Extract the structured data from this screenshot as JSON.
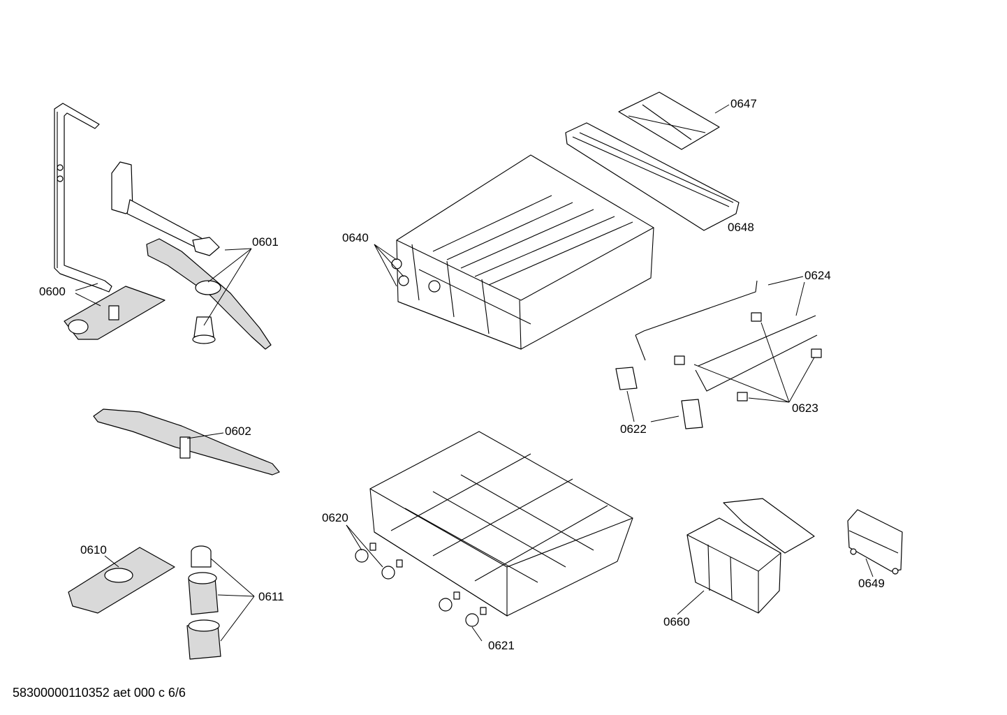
{
  "diagram": {
    "labels": {
      "p0600": "0600",
      "p0601": "0601",
      "p0602": "0602",
      "p0610": "0610",
      "p0611": "0611",
      "p0620": "0620",
      "p0621": "0621",
      "p0622": "0622",
      "p0623": "0623",
      "p0624": "0624",
      "p0640": "0640",
      "p0647": "0647",
      "p0648": "0648",
      "p0649": "0649",
      "p0660": "0660"
    },
    "footer": "58300000110352 aet 000 c 6/6"
  }
}
